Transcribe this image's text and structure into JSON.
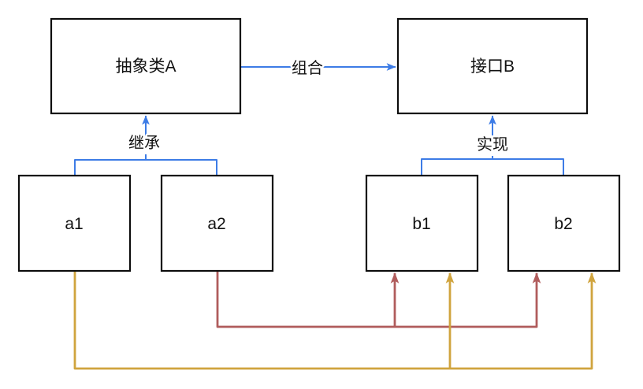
{
  "diagram": {
    "title": "class-interface-relationship-diagram",
    "colors": {
      "edge_blue": "#3d7ce6",
      "edge_red": "#b05c5c",
      "edge_yellow": "#d0a43e",
      "node_border": "#0d0d0d",
      "text": "#111111",
      "background": "#ffffff"
    },
    "nodes": {
      "abstract_class_a": {
        "label": "抽象类A"
      },
      "interface_b": {
        "label": "接口B"
      },
      "a1": {
        "label": "a1"
      },
      "a2": {
        "label": "a2"
      },
      "b1": {
        "label": "b1"
      },
      "b2": {
        "label": "b2"
      }
    },
    "edges": {
      "composition": {
        "label": "组合",
        "from": "抽象类A",
        "to": "接口B"
      },
      "inheritance": {
        "label": "继承",
        "from": "a1, a2",
        "to": "抽象类A"
      },
      "implementation": {
        "label": "实现",
        "from": "b1, b2",
        "to": "接口B"
      },
      "red_dependency": {
        "from": "a2",
        "to": "b1, b2"
      },
      "yellow_dependency": {
        "from": "a1",
        "to": "b1, b2"
      }
    }
  }
}
